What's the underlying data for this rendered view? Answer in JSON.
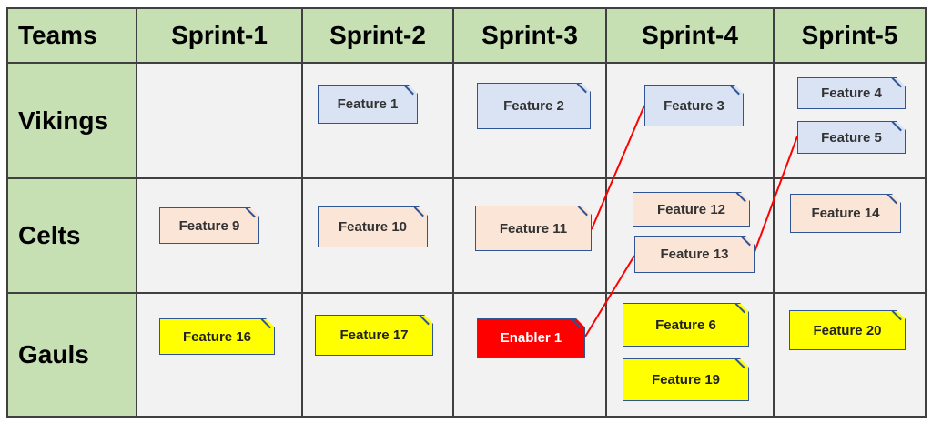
{
  "header": {
    "teams_label": "Teams",
    "sprints": [
      "Sprint-1",
      "Sprint-2",
      "Sprint-3",
      "Sprint-4",
      "Sprint-5"
    ]
  },
  "teams": [
    "Vikings",
    "Celts",
    "Gauls"
  ],
  "cards": {
    "feature_1": "Feature 1",
    "feature_2": "Feature 2",
    "feature_3": "Feature 3",
    "feature_4": "Feature 4",
    "feature_5": "Feature 5",
    "feature_9": "Feature 9",
    "feature_10": "Feature 10",
    "feature_11": "Feature 11",
    "feature_12": "Feature 12",
    "feature_13": "Feature 13",
    "feature_14": "Feature 14",
    "feature_16": "Feature 16",
    "feature_17": "Feature 17",
    "enabler_1": "Enabler 1",
    "feature_6": "Feature 6",
    "feature_19": "Feature 19",
    "feature_20": "Feature 20"
  },
  "colors": {
    "header_fill": "#c6e0b4",
    "cell_fill": "#f2f2f2",
    "vikings_card": "#dae3f3",
    "celts_card": "#fbe5d6",
    "gauls_card": "#ffff00",
    "enabler_card": "#ff0000",
    "dependency_line": "#ff0000"
  },
  "dependencies": [
    {
      "from": "Feature 11",
      "to": "Feature 3"
    },
    {
      "from": "Enabler 1",
      "to": "Feature 13"
    },
    {
      "from": "Feature 13",
      "to": "Feature 5"
    }
  ]
}
